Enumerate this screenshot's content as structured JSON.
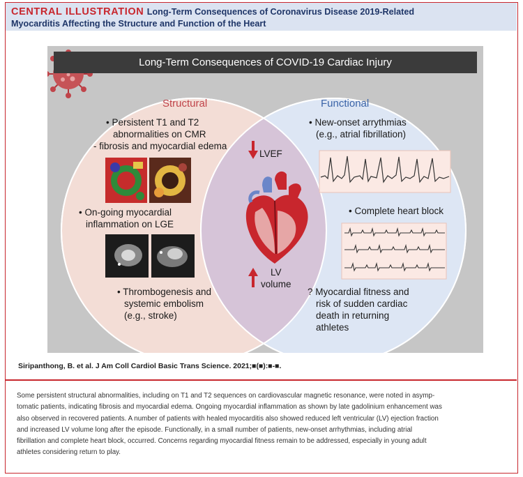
{
  "header": {
    "label": "CENTRAL ILLUSTRATION",
    "title_line1": "Long-Term Consequences of Coronavirus Disease 2019-Related",
    "title_line2": "Myocarditis Affecting the Structure and Function of the Heart"
  },
  "figure": {
    "banner_title": "Long-Term Consequences of COVID-19 Cardiac Injury",
    "structural": {
      "heading": "Structural",
      "item1_line1": "• Persistent T1 and T2",
      "item1_line2": "abnormalities on CMR",
      "item1_line3": "- fibrosis and myocardial edema",
      "item2_line1": "• On-going myocardial",
      "item2_line2": "inflammation on LGE",
      "item3_line1": "• Thrombogenesis and",
      "item3_line2": "systemic embolism",
      "item3_line3": "(e.g., stroke)"
    },
    "center": {
      "lvef": "LVEF",
      "lv_line1": "LV",
      "lv_line2": "volume",
      "colors": {
        "arrow": "#c8262d",
        "heart": "#c8262d",
        "vessels": "#6b86c9"
      }
    },
    "functional": {
      "heading": "Functional",
      "item1_line1": "• New-onset arrythmias",
      "item1_line2": "(e.g., atrial fibrillation)",
      "item2": "• Complete heart block",
      "item3_line1": "? Myocardial fitness and",
      "item3_line2": "risk of sudden cardiac",
      "item3_line3": "death in returning",
      "item3_line4": "athletes"
    },
    "colors": {
      "structural_circle": "#f3ddd6",
      "functional_circle": "#dde6f4",
      "overlap": "#d6c4d8"
    }
  },
  "citation": "Siripanthong, B. et al. J Am Coll Cardiol Basic Trans Science. 2021;■(■):■-■.",
  "caption": [
    "Some persistent structural abnormalities, including on T1 and T2 sequences on cardiovascular magnetic resonance, were noted in asymp-",
    "tomatic patients, indicating fibrosis and myocardial edema. Ongoing myocardial inflammation as shown by late gadolinium enhancement was",
    "also observed in recovered patients. A number of patients with healed myocarditis also showed reduced left ventricular (LV) ejection fraction",
    "and increased LV volume long after the episode. Functionally, in a small number of patients, new-onset arrhythmias, including atrial",
    "fibrillation and complete heart block, occurred. Concerns regarding myocardial fitness remain to be addressed, especially in young adult",
    "athletes considering return to play."
  ]
}
